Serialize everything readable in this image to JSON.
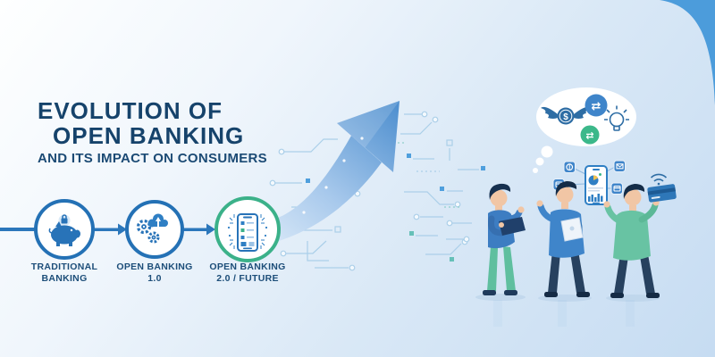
{
  "title": {
    "line1": "EVOLUTION OF",
    "line2": "OPEN BANKING",
    "subtitle": "AND ITS IMPACT ON CONSUMERS"
  },
  "timeline": {
    "items": [
      {
        "line1": "TRADITIONAL",
        "line2": "BANKING",
        "icon": "piggy-bank-lock-icon",
        "ring_color": "#2471b5"
      },
      {
        "line1": "OPEN BANKING",
        "line2": "1.0",
        "icon": "gears-cloud-icon",
        "ring_color": "#2471b5"
      },
      {
        "line1": "OPEN BANKING",
        "line2": "2.0 / FUTURE",
        "icon": "smartphone-checklist-icon",
        "ring_color": "#3bb189"
      }
    ]
  },
  "illustration": {
    "growth_arrow": "upward-growth-arrow",
    "circuit_pattern": "circuit-board-traces",
    "thought_bubble": {
      "icons": [
        "winged-dollar-coin-icon",
        "currency-exchange-icon",
        "green-transfer-icon",
        "lightbulb-icon"
      ]
    },
    "device": {
      "screen": "analytics-dashboard",
      "icons": [
        "dollar-app-icon",
        "wallet-app-icon",
        "mail-app-icon",
        "card-app-icon"
      ]
    },
    "people": [
      "person-with-tablet",
      "person-with-document",
      "person-with-contactless-card"
    ],
    "exchange_glyph": "⇄"
  },
  "colors": {
    "background_start": "#feffff",
    "background_end": "#c6dcf2",
    "corner_accent": "#4c9cdb",
    "title_navy": "#16436b",
    "timeline_blue": "#2471b5",
    "timeline_green": "#3bb189",
    "arrow_blue": "#4e8fcf",
    "icon_blue": "#2f7fc4",
    "circuit_line": "#abcfe9",
    "people_shirt_blue": "#3f85ca",
    "people_teal": "#68c3a3",
    "pants_navy": "#27415f",
    "skin": "#f1c6a5"
  }
}
